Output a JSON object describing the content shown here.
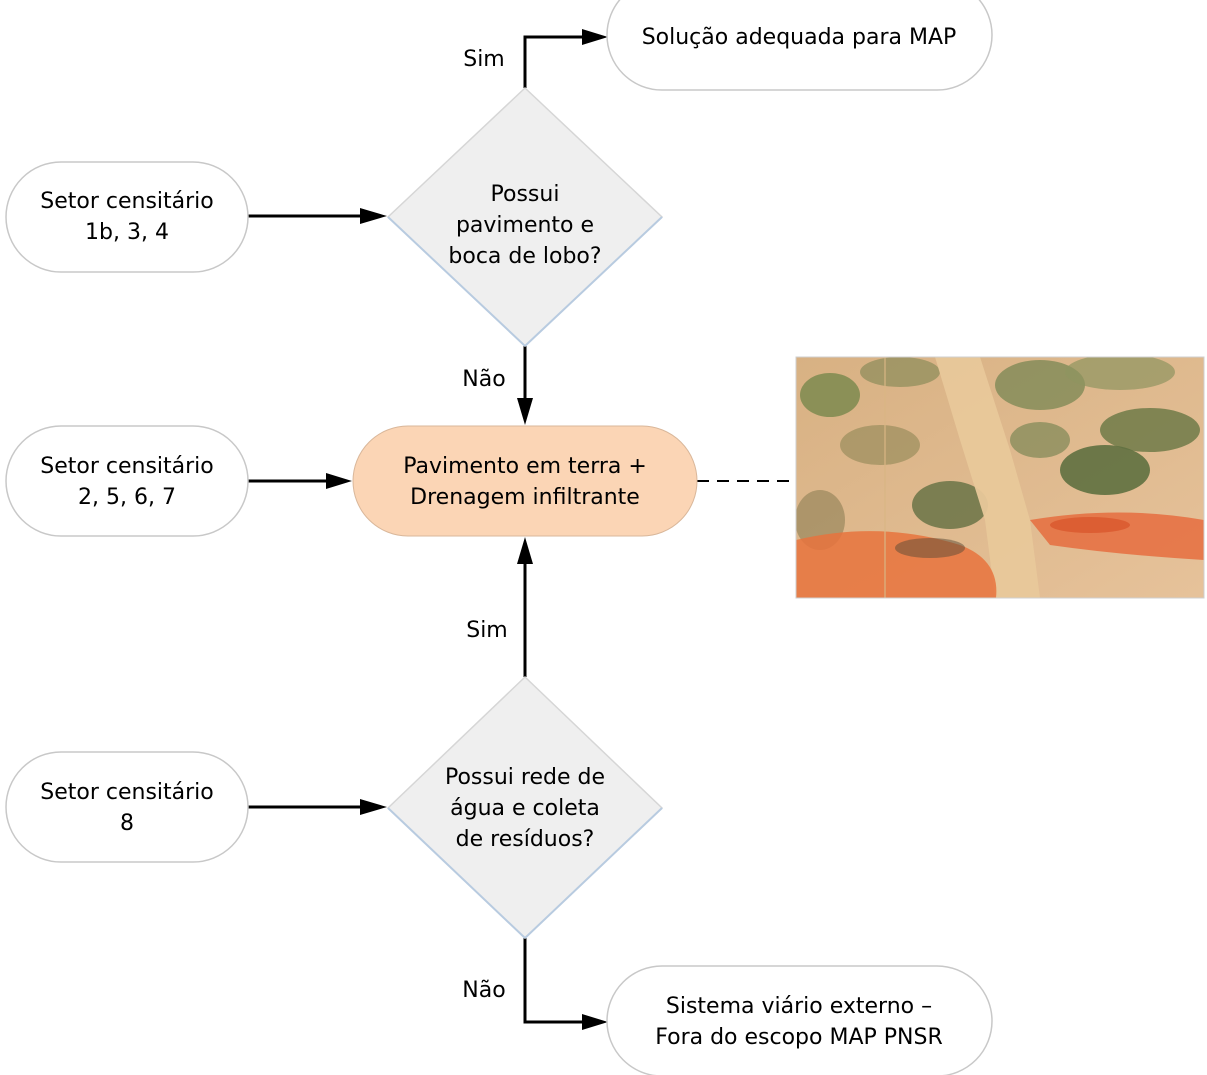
{
  "nodes": {
    "solucao_map": "Solução adequada para MAP",
    "setor_1": [
      "Setor censitário",
      "1b, 3, 4"
    ],
    "decisao_1": [
      "Possui",
      "pavimento e",
      "boca de lobo?"
    ],
    "setor_2": [
      "Setor censitário",
      "2, 5, 6, 7"
    ],
    "pavimento": [
      "Pavimento em terra +",
      "Drenagem infiltrante"
    ],
    "setor_3": [
      "Setor censitário",
      "8"
    ],
    "decisao_2": [
      "Possui rede de",
      "água e coleta",
      "de resíduos?"
    ],
    "sistema_viario": [
      "Sistema viário externo –",
      "Fora do escopo MAP PNSR"
    ]
  },
  "edge_labels": {
    "sim_top": "Sim",
    "nao_top": "Não",
    "sim_bottom": "Sim",
    "nao_bottom": "Não"
  },
  "colors": {
    "process_fill": "#fbd5b5",
    "decision_fill": "#efefef",
    "terminal_stroke": "#c8c8c8",
    "line": "#000000"
  },
  "photo": {
    "description_icon": "dirt-road-photo"
  }
}
